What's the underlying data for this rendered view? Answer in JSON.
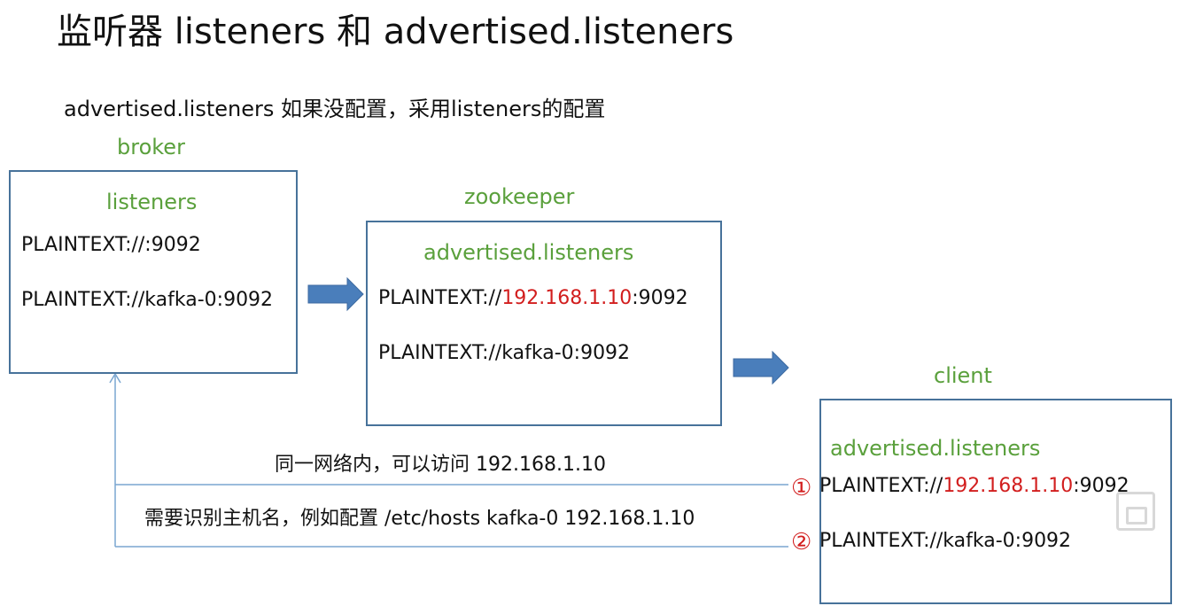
{
  "title": "监听器 listeners 和 advertised.listeners",
  "subtitle": "advertised.listeners 如果没配置，采用listeners的配置",
  "colors": {
    "label_green": "#5aa03c",
    "box_border": "#47729a",
    "arrow_blue": "#4a7ebb",
    "highlight_red": "#d21e1e",
    "connector": "#7aa6d0"
  },
  "broker": {
    "name": "broker",
    "section": "listeners",
    "entries": [
      "PLAINTEXT://:9092",
      "PLAINTEXT://kafka-0:9092"
    ]
  },
  "zookeeper": {
    "name": "zookeeper",
    "section": "advertised.listeners",
    "entry1_prefix": "PLAINTEXT://",
    "entry1_ip": "192.168.1.10",
    "entry1_suffix": ":9092",
    "entry2": "PLAINTEXT://kafka-0:9092"
  },
  "client": {
    "name": "client",
    "section": "advertised.listeners",
    "marker1": "①",
    "marker2": "②",
    "entry1_prefix": "PLAINTEXT://",
    "entry1_ip": "192.168.1.10",
    "entry1_suffix": ":9092",
    "entry2": "PLAINTEXT://kafka-0:9092"
  },
  "notes": {
    "same_network": "同一网络内，可以访问   192.168.1.10",
    "hostname": "需要识别主机名，例如配置 /etc/hosts   kafka-0  192.168.1.10"
  }
}
